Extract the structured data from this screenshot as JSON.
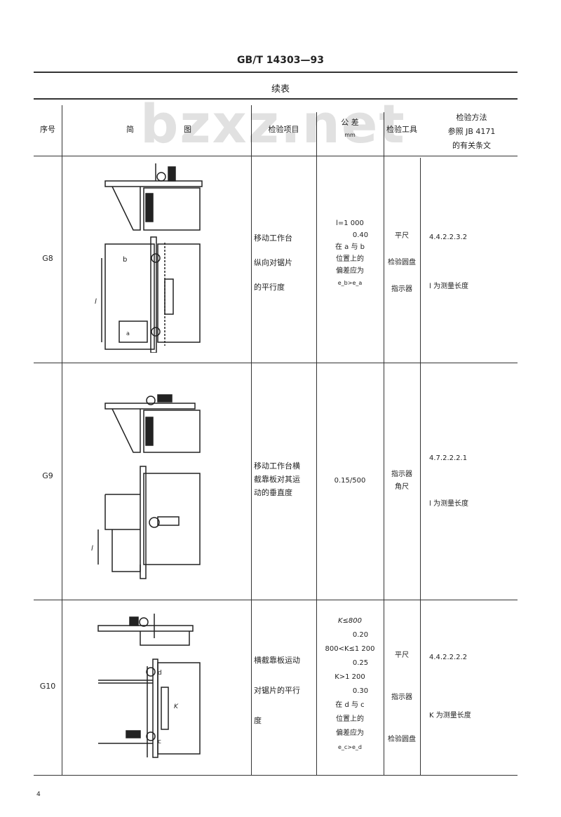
{
  "header": {
    "standard_no": "GB/T 14303—93",
    "table_title": "续表"
  },
  "columns": {
    "no": "序号",
    "diagram_a": "简",
    "diagram_b": "图",
    "item": "检验项目",
    "tolerance": "公  差",
    "tolerance_unit": "mm",
    "tools": "检验工具",
    "method": [
      "检验方法",
      "参照 JB 4171",
      "的有关条文"
    ]
  },
  "rows": [
    {
      "no": "G8",
      "item": [
        "移动工作台",
        "纵向对锯片",
        "的平行度"
      ],
      "tolerance": [
        "l=1 000",
        "0.40",
        "在 a 与 b",
        "位置上的",
        "偏差应为",
        "e_b>e_a"
      ],
      "tools": [
        "平尺",
        "检验圆盘",
        "指示器"
      ],
      "method": [
        "4.4.2.2.3.2",
        "l 为测量长度"
      ],
      "labels": [
        "b",
        "a",
        "l"
      ]
    },
    {
      "no": "G9",
      "item": [
        "移动工作台横",
        "截靠板对其运",
        "动的垂直度"
      ],
      "tolerance": [
        "0.15/500"
      ],
      "tools": [
        "指示器",
        "角尺"
      ],
      "method": [
        "4.7.2.2.2.1",
        "l 为测量长度"
      ],
      "labels": [
        "l"
      ]
    },
    {
      "no": "G10",
      "item": [
        "横截靠板运动",
        "对锯片的平行",
        "度"
      ],
      "tolerance": [
        "K≤800",
        "0.20",
        "800<K≤1 200",
        "0.25",
        "K>1 200",
        "0.30",
        "在 d 与 c",
        "位置上的",
        "偏差应为",
        "e_c>e_d"
      ],
      "tools": [
        "平尺",
        "指示器",
        "检验圆盘"
      ],
      "method": [
        "4.4.2.2.2.2",
        "K 为测量长度"
      ],
      "labels": [
        "d",
        "c",
        "K"
      ]
    }
  ],
  "footer": {
    "page_number": "4"
  },
  "watermark": "bzxz.net"
}
